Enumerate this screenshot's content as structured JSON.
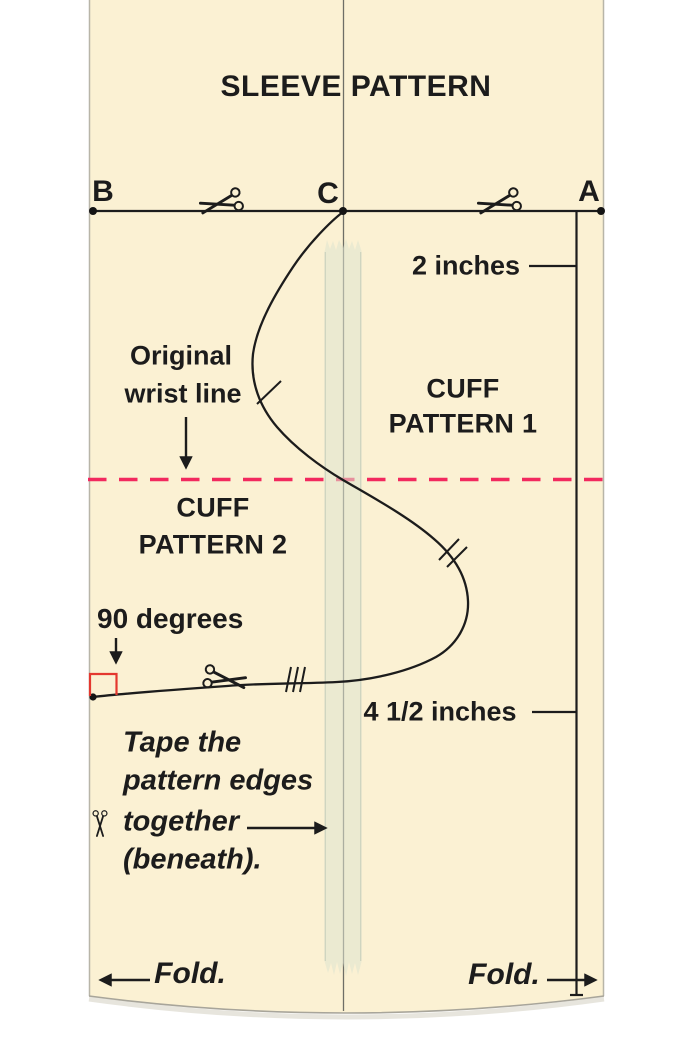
{
  "title": "SLEEVE PATTERN",
  "points": {
    "b": "B",
    "c": "C",
    "a": "A"
  },
  "measurements": {
    "top": "2 inches",
    "bottom": "4 1/2 inches"
  },
  "cuff1": {
    "line1": "CUFF",
    "line2": "PATTERN 1"
  },
  "cuff2": {
    "line1": "CUFF",
    "line2": "PATTERN 2"
  },
  "wrist": {
    "line1": "Original",
    "line2": "wrist line"
  },
  "angle_label": "90 degrees",
  "tape_note": {
    "line1": "Tape the",
    "line2": "pattern edges",
    "line3": "together",
    "line4": "(beneath)."
  },
  "fold": {
    "left": "Fold.",
    "right": "Fold."
  },
  "icons": {
    "scissors_top_left": "scissors-icon",
    "scissors_top_right": "scissors-icon",
    "scissors_curve": "scissors-icon",
    "scissors_note": "scissors-icon"
  },
  "colors": {
    "paper": "#fbf1d3",
    "ink": "#1c1c1c",
    "wrist_dashed_line": "#f2295e",
    "right_angle_marker": "#e4382f",
    "tape": "#e4e8d7"
  }
}
